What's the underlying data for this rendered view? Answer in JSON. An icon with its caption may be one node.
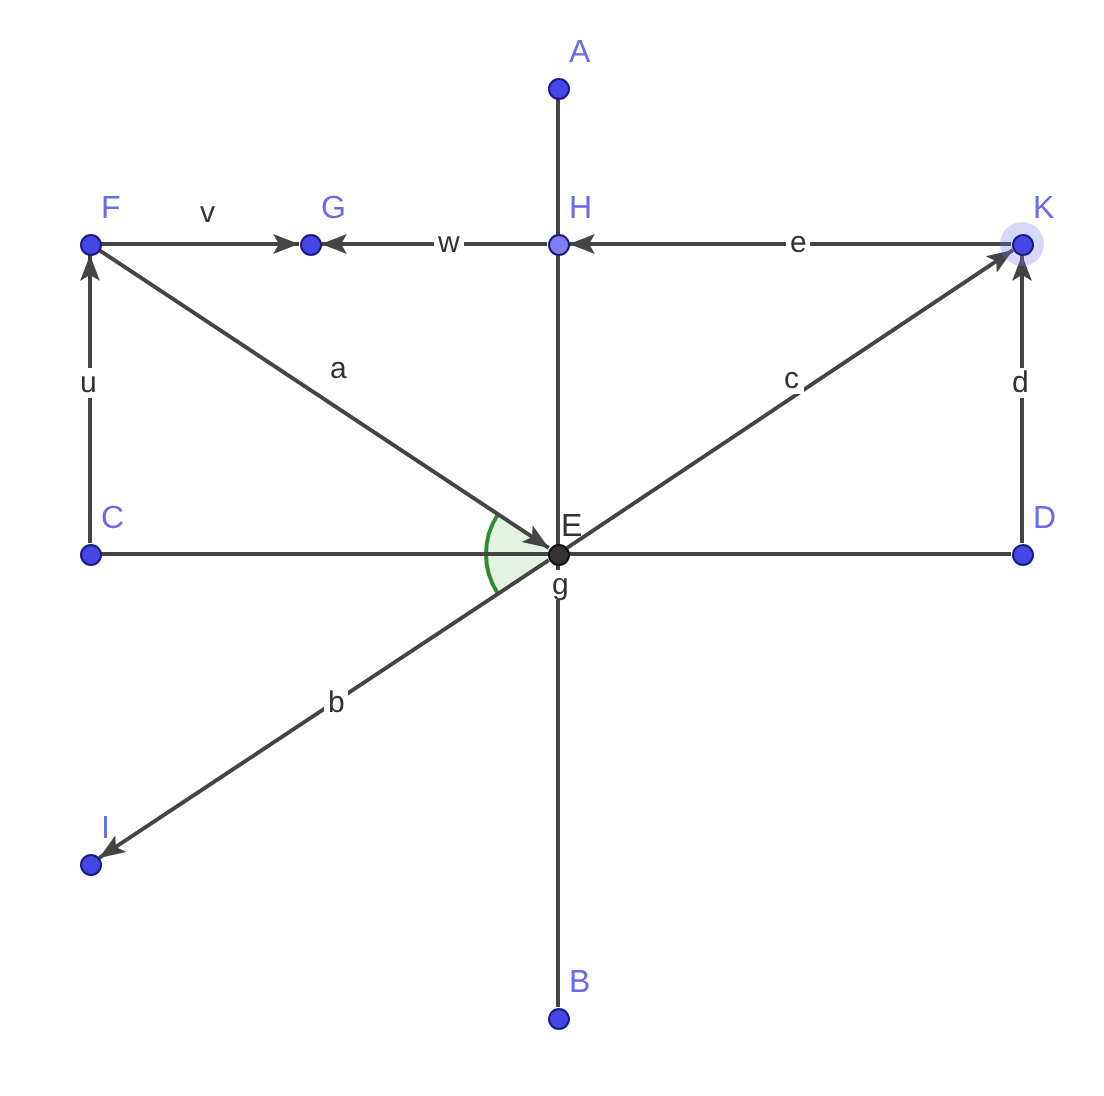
{
  "diagram": {
    "nodes": [
      {
        "text": [
          "A"
        ]
      },
      {
        "text": [
          "F"
        ]
      },
      {
        "text": [
          "G"
        ]
      },
      {
        "text": [
          "H"
        ]
      },
      {
        "text": [
          "K"
        ]
      },
      {
        "text": [
          "C"
        ]
      },
      {
        "text": [
          "E"
        ]
      },
      {
        "text": [
          "D"
        ]
      },
      {
        "text": [
          "I"
        ]
      },
      {
        "text": [
          "B"
        ]
      }
    ],
    "edges": [
      {
        "from": 0,
        "to": 9,
        "arrow": "none"
      },
      {
        "from": 5,
        "to": 7,
        "arrow": "none"
      },
      {
        "from": 5,
        "to": 1,
        "arrow": "to",
        "label": "u"
      },
      {
        "from": 1,
        "to": 2,
        "arrow": "to",
        "label": "v"
      },
      {
        "from": 3,
        "to": 2,
        "arrow": "to",
        "label": "w"
      },
      {
        "from": 4,
        "to": 3,
        "arrow": "to",
        "label": "e"
      },
      {
        "from": 7,
        "to": 4,
        "arrow": "to",
        "label": "d"
      },
      {
        "from": 1,
        "to": 6,
        "arrow": "to",
        "label": "a"
      },
      {
        "from": 6,
        "to": 4,
        "arrow": "to",
        "label": "c"
      },
      {
        "from": 6,
        "to": 8,
        "arrow": "to",
        "label": "b"
      }
    ],
    "labels": [
      "g"
    ]
  }
}
